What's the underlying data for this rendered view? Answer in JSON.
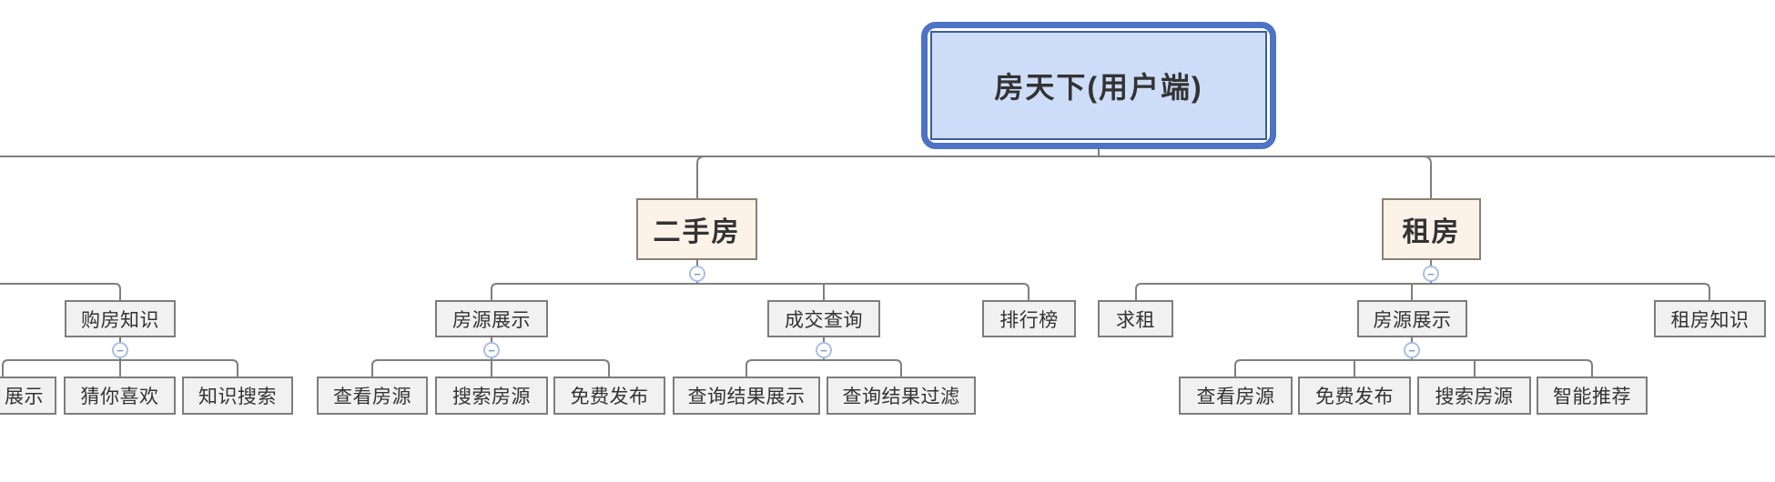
{
  "map": {
    "root": "房天下(用户端)",
    "clipped_branch": {
      "label": "购房知识",
      "children": [
        "展示",
        "猜你喜欢",
        "知识搜索"
      ]
    },
    "branches": [
      {
        "label": "二手房",
        "children": [
          {
            "label": "房源展示",
            "children": [
              "查看房源",
              "搜索房源",
              "免费发布"
            ]
          },
          {
            "label": "成交查询",
            "children": [
              "查询结果展示",
              "查询结果过滤"
            ]
          },
          {
            "label": "排行榜",
            "children": []
          }
        ]
      },
      {
        "label": "租房",
        "children": [
          {
            "label": "求租",
            "children": []
          },
          {
            "label": "房源展示",
            "children": [
              "查看房源",
              "免费发布",
              "搜索房源",
              "智能推荐"
            ]
          },
          {
            "label": "租房知识",
            "children": []
          }
        ]
      }
    ]
  },
  "icons": {
    "collapse": "−"
  },
  "colors": {
    "root-border": "#4d73c4",
    "root-inner-border": "#3d5b9b",
    "root-fill": "#cddcf7",
    "branch-fill": "#fdf2e8",
    "branch-border": "#8a8072",
    "node-fill": "#f1f1f1",
    "node-border": "#7d7d7d",
    "line": "#7f7f7f",
    "collapse-border": "#a9c0e4",
    "collapse-dash": "#7e99cc",
    "text": "#333333",
    "canvas-background": "#ffffff"
  }
}
